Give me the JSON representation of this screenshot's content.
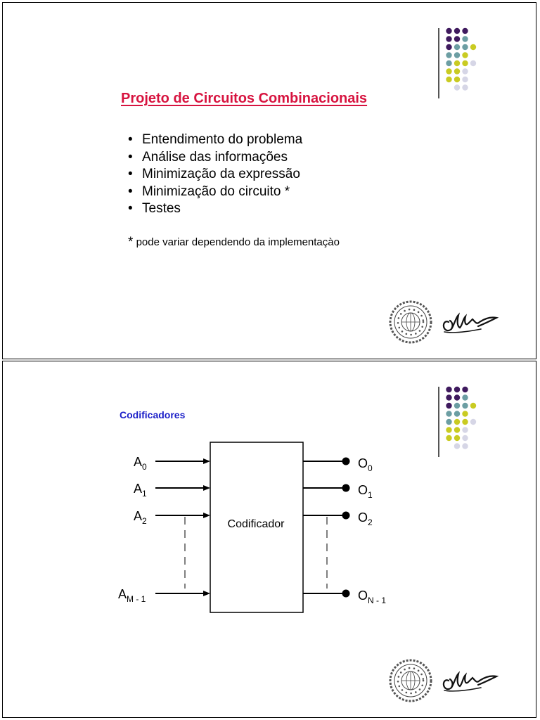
{
  "slides": [
    {
      "title": "Projeto de Circuitos Combinacionais",
      "bullets": [
        "Entendimento do problema",
        "Análise das informações",
        "Minimização da expressão",
        "Minimização do circuito *",
        "Testes"
      ],
      "footnote_mark": "*",
      "footnote": "pode variar dependendo da implementaçào"
    },
    {
      "title": "Codificadores",
      "diagram": {
        "block_label": "Codificador",
        "inputs": [
          {
            "main": "A",
            "sub": "0"
          },
          {
            "main": "A",
            "sub": "1"
          },
          {
            "main": "A",
            "sub": "2"
          },
          {
            "main": "A",
            "sub": "M - 1"
          }
        ],
        "outputs": [
          {
            "main": "O",
            "sub": "0"
          },
          {
            "main": "O",
            "sub": "1"
          },
          {
            "main": "O",
            "sub": "2"
          },
          {
            "main": "O",
            "sub": "N - 1"
          }
        ]
      }
    }
  ],
  "colors": {
    "title_red": "#d7133f",
    "title_blue": "#1a1ec8",
    "dot_purple": "#3f1a5e",
    "dot_teal": "#6c9ea3",
    "dot_yellow": "#c9cb22",
    "dot_lavender": "#d6d6e6"
  },
  "icons": [
    "seal-icon",
    "signature-icon"
  ]
}
